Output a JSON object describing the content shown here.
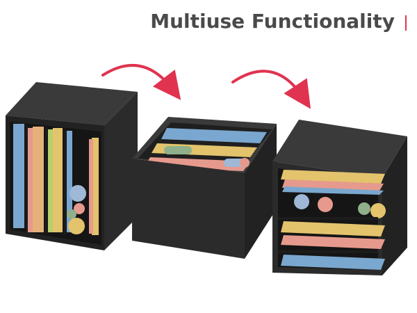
{
  "headline": {
    "text": "Multiuse Functionality"
  },
  "colors": {
    "accent": "#e0334f",
    "cabinet": "#2b2b2b",
    "cabinet_dark": "#1c1c1c",
    "cabinet_light": "#3a3a3a",
    "headline": "#4a4a4a"
  },
  "products": [
    {
      "name": "organizer-upright-vertical-dividers"
    },
    {
      "name": "organizer-open-top-flat-files"
    },
    {
      "name": "organizer-horizontal-shelves"
    }
  ],
  "arrows": [
    {
      "from": "organizer-upright-vertical-dividers",
      "to": "organizer-open-top-flat-files"
    },
    {
      "from": "organizer-open-top-flat-files",
      "to": "organizer-horizontal-shelves"
    }
  ]
}
